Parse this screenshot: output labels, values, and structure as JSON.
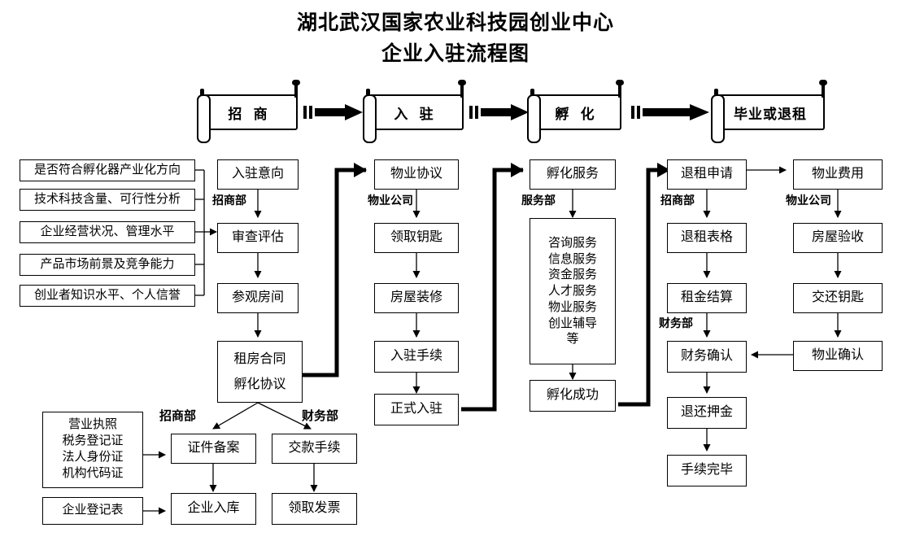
{
  "title": {
    "line1": "湖北武汉国家农业科技园创业中心",
    "line2": "企业入驻流程图"
  },
  "phases": [
    {
      "label": "招 商"
    },
    {
      "label": "入 驻"
    },
    {
      "label": "孵 化"
    },
    {
      "label": "毕业或退租"
    }
  ],
  "criteria": [
    "是否符合孵化器产业化方向",
    "技术科技含量、可行性分析",
    "企业经营状况、管理水平",
    "产品市场前景及竞争能力",
    "创业者知识水平、个人信誉"
  ],
  "columns": {
    "recruit": {
      "dept": "招商部",
      "steps": [
        "入驻意向",
        "审查评估",
        "参观房间"
      ],
      "contract": {
        "line1": "租房合同",
        "line2": "孵化协议"
      }
    },
    "movein": {
      "dept": "物业公司",
      "steps": [
        "物业协议",
        "领取钥匙",
        "房屋装修",
        "入驻手续",
        "正式入驻"
      ]
    },
    "incubate": {
      "dept": "服务部",
      "head": "孵化服务",
      "services": [
        "咨询服务",
        "信息服务",
        "资金服务",
        "人才服务",
        "物业服务",
        "创业辅导",
        "等"
      ],
      "tail": "孵化成功"
    },
    "exit": {
      "dept1": "招商部",
      "dept2": "财务部",
      "steps": [
        "退租申请",
        "退租表格",
        "租金结算",
        "财务确认",
        "退还押金",
        "手续完毕"
      ]
    },
    "property": {
      "dept": "物业公司",
      "steps": [
        "物业费用",
        "房屋验收",
        "交还钥匙",
        "物业确认"
      ]
    }
  },
  "bottom": {
    "documents": [
      "营业执照",
      "税务登记证",
      "法人身份证",
      "机构代码证"
    ],
    "registration_form": "企业登记表",
    "dept_left": "招商部",
    "dept_right": "财务部",
    "left_steps": [
      "证件备案",
      "企业入库"
    ],
    "right_steps": [
      "交款手续",
      "领取发票"
    ]
  },
  "colors": {
    "stroke": "#000000",
    "background": "#ffffff"
  }
}
